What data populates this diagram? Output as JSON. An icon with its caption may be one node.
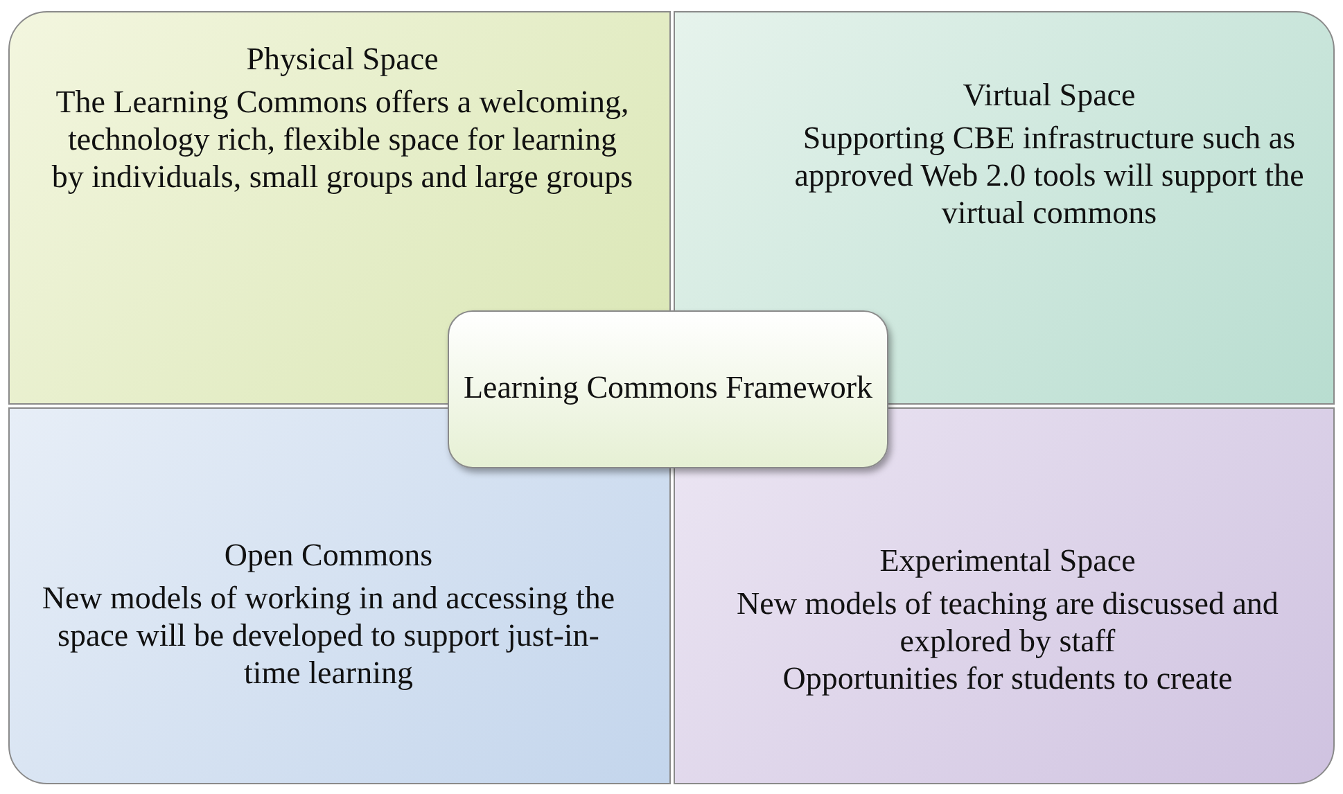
{
  "diagram": {
    "nodes": [
      {
        "text": [
          "Physical Space",
          "The Learning Commons offers a welcoming, technology rich, flexible space for learning by individuals, small groups and large groups"
        ]
      },
      {
        "text": [
          "Virtual Space",
          "Supporting CBE infrastructure such as approved Web 2.0 tools will support the virtual commons"
        ]
      },
      {
        "text": [
          "Learning Commons Framework"
        ]
      },
      {
        "text": [
          "Open Commons",
          "New models of working in and accessing the space will be developed to support just-in-time learning"
        ]
      },
      {
        "text": [
          "Experimental Space",
          "New models of teaching are discussed and explored by staff",
          "Opportunities for students to create"
        ]
      }
    ],
    "edges": []
  }
}
